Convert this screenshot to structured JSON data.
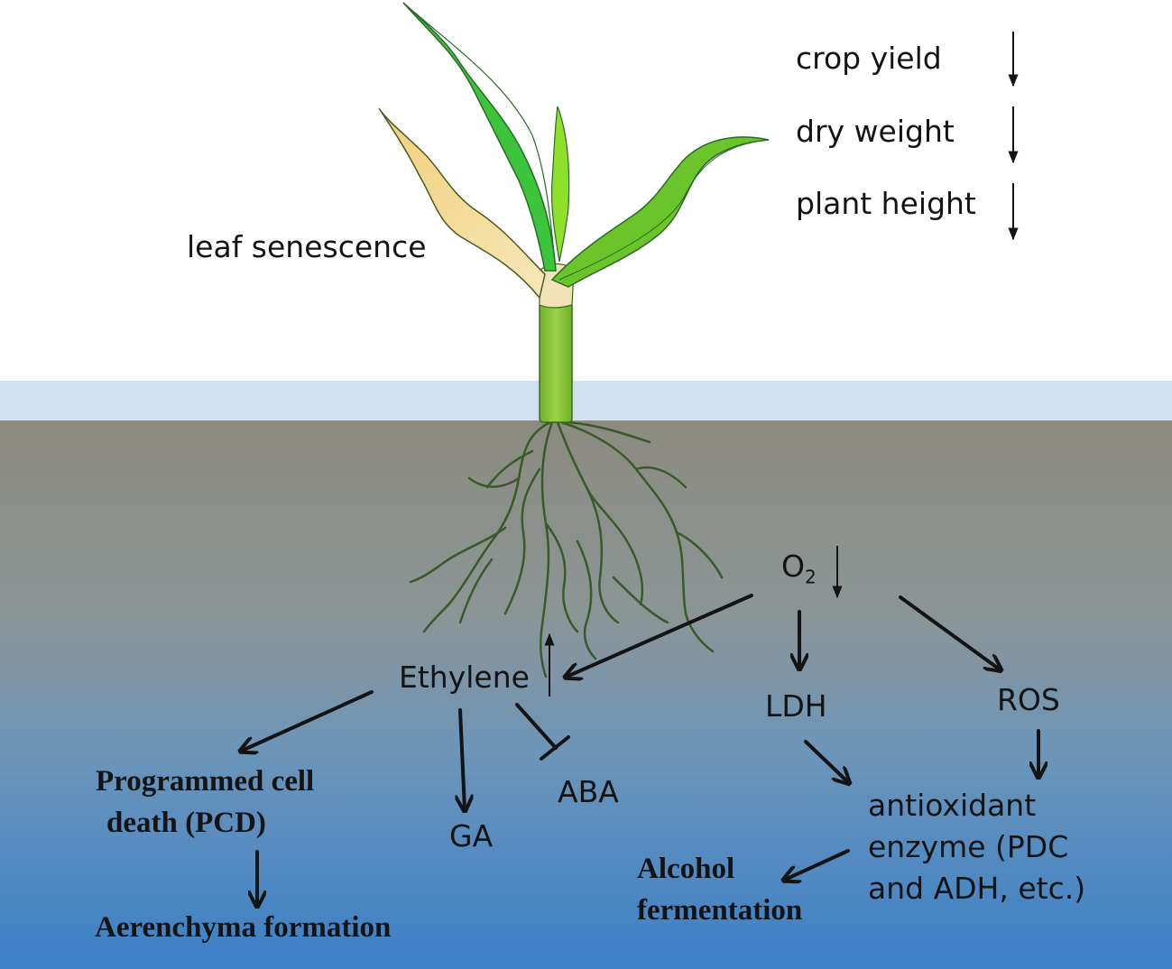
{
  "plant_effects": [
    {
      "label": "crop yield",
      "change": "decrease"
    },
    {
      "label": "dry weight",
      "change": "decrease"
    },
    {
      "label": "plant height",
      "change": "decrease"
    }
  ],
  "leaf_senescence": "leaf senescence",
  "oxygen": {
    "label": "O",
    "subscript": "2",
    "change": "decrease"
  },
  "nodes": {
    "ethylene": "Ethylene",
    "ldh": "LDH",
    "ros": "ROS",
    "pcd_line1": "Programmed cell",
    "pcd_line2": "death (PCD)",
    "aerenchyma": "Aerenchyma formation",
    "ga": "GA",
    "aba": "ABA",
    "antioxidant_line1": "antioxidant",
    "antioxidant_line2": "enzyme (PDC",
    "antioxidant_line3": "and ADH, etc.)",
    "alcohol_line1": "Alcohol",
    "alcohol_line2": "fermentation"
  },
  "colors": {
    "water_surface": "#cfe2f3",
    "soil_top": "#8c8a80",
    "soil_bottom": "#3b80c8",
    "leaf_green": "#3cc43c",
    "leaf_yellow": "#f0d98a",
    "stem": "#8cc43c",
    "root": "#3a5a2a",
    "arrow": "#141414"
  }
}
